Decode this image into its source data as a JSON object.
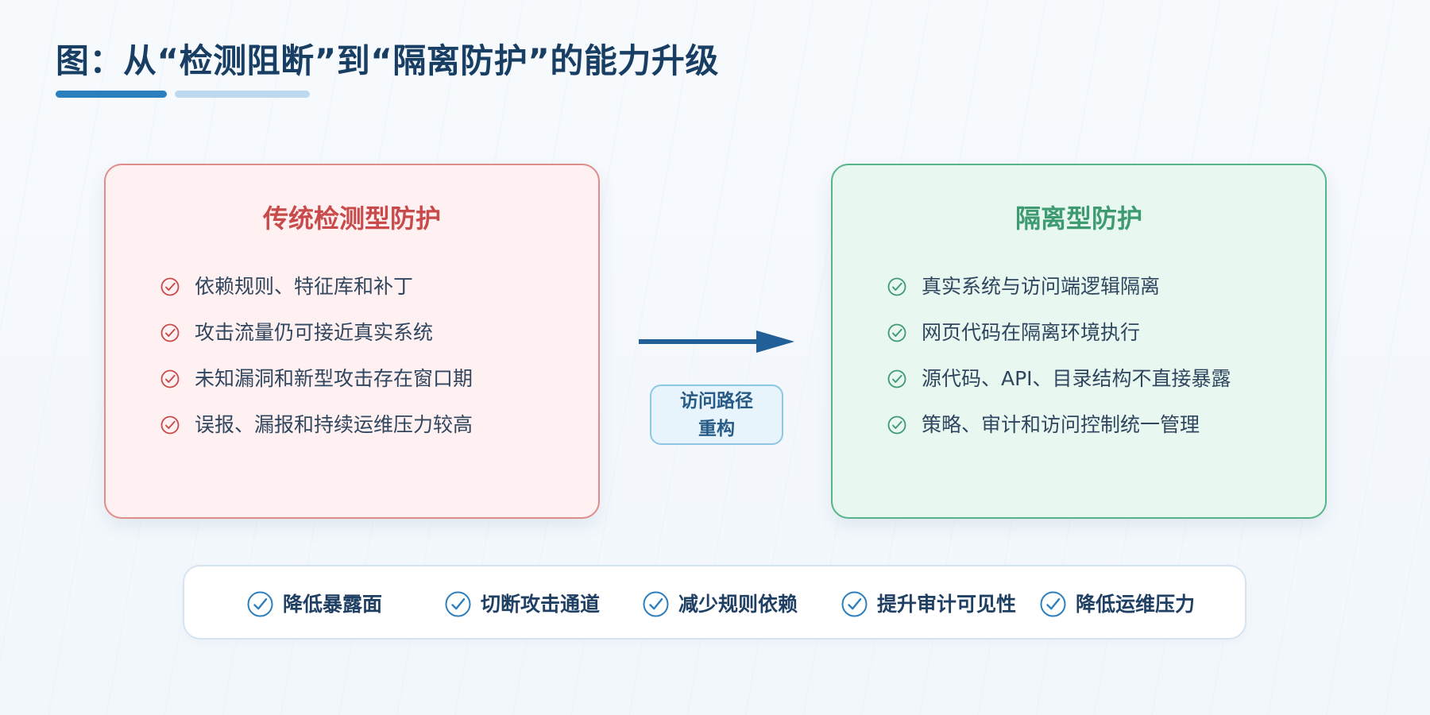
{
  "title": "图：从“检测阻断”到“隔离防护”的能力升级",
  "left_panel": {
    "title": "传统检测型防护",
    "items": [
      "依赖规则、特征库和补丁",
      "攻击流量仍可接近真实系统",
      "未知漏洞和新型攻击存在窗口期",
      "误报、漏报和持续运维压力较高"
    ]
  },
  "right_panel": {
    "title": "隔离型防护",
    "items": [
      "真实系统与访问端逻辑隔离",
      "网页代码在隔离环境执行",
      "源代码、API、目录结构不直接暴露",
      "策略、审计和访问控制统一管理"
    ]
  },
  "transition": {
    "label_line1": "访问路径",
    "label_line2": "重构"
  },
  "benefits": [
    "降低暴露面",
    "切断攻击通道",
    "减少规则依赖",
    "提升审计可见性",
    "降低运维压力"
  ],
  "colors": {
    "title": "#183E63",
    "left_border": "#DF8C8C",
    "left_bg": "#FFF1F1",
    "left_title": "#C84A4A",
    "right_border": "#56B48B",
    "right_bg": "#E8F8F1",
    "right_title": "#3E9A71",
    "arrow": "#215F98",
    "badge_border": "#8EC6E5",
    "badge_bg": "#E8F4FC",
    "benefit_text": "#1F3F63",
    "benefit_icon": "#2E7FBE"
  },
  "icons": {
    "left_bullet": "check-circle-icon",
    "right_bullet": "check-circle-icon",
    "transition": "arrow-right-icon",
    "benefit": "check-circle-icon"
  }
}
